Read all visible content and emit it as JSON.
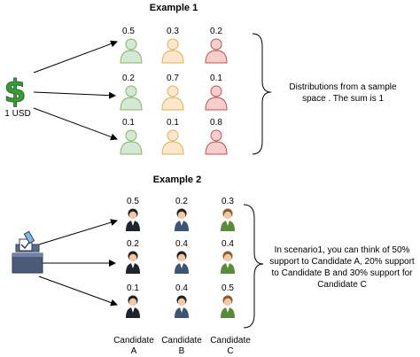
{
  "example1": {
    "title": "Example 1",
    "money_label": "1 USD",
    "rows": [
      [
        "0.5",
        "0.3",
        "0.2"
      ],
      [
        "0.2",
        "0.7",
        "0.1"
      ],
      [
        "0.1",
        "0.1",
        "0.8"
      ]
    ],
    "person_colors": [
      "#d5e8d4",
      "#ffe6cc",
      "#f8cecc"
    ],
    "person_strokes": [
      "#82b366",
      "#d6b656",
      "#b85450"
    ],
    "note": "Distributions from a sample space . The sum is 1"
  },
  "example2": {
    "title": "Example 2",
    "rows": [
      [
        "0.5",
        "0.2",
        "0.3"
      ],
      [
        "0.2",
        "0.4",
        "0.4"
      ],
      [
        "0.1",
        "0.4",
        "0.5"
      ]
    ],
    "note": "In scenario1, you can think of 50% support to Candidate A, 20% support to Candidate B and 30% support for Candidate C",
    "candidates": [
      {
        "line1": "Candidate",
        "line2": "A"
      },
      {
        "line1": "Candidate",
        "line2": "B"
      },
      {
        "line1": "Candidate",
        "line2": "C"
      }
    ]
  },
  "icons": {
    "money": "dollar-icon",
    "ballot": "ballot-box-icon",
    "person": "person-icon",
    "candidate": "businessperson-icon"
  }
}
